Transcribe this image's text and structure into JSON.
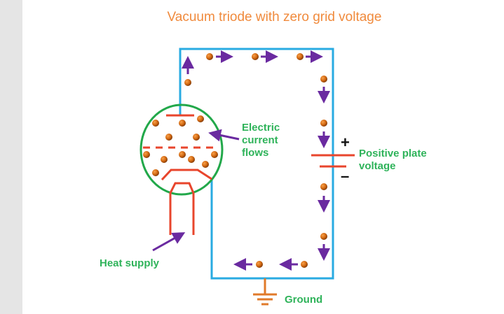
{
  "title": "Vacuum triode with zero grid voltage",
  "labels": {
    "current": [
      "Electric",
      "current",
      "flows"
    ],
    "battery": [
      "Positive plate",
      "voltage"
    ],
    "heat": "Heat supply",
    "ground": "Ground"
  },
  "battery_signs": {
    "plus": "+",
    "minus": "–"
  },
  "colors": {
    "title": "#f08a3c",
    "wire": "#29abe2",
    "tube": "#22a84a",
    "electrode": "#e8452c",
    "electron": "#d46a12",
    "arrow": "#6a2aa0",
    "label": "#2fb35a",
    "ground": "#e07a2a",
    "side_strip": "#e5e5e5"
  },
  "components": [
    "plate",
    "grid",
    "cathode",
    "heater",
    "battery",
    "ground"
  ],
  "flow_direction": [
    "up",
    "right",
    "right",
    "right",
    "down",
    "down",
    "down",
    "down",
    "left",
    "left"
  ]
}
